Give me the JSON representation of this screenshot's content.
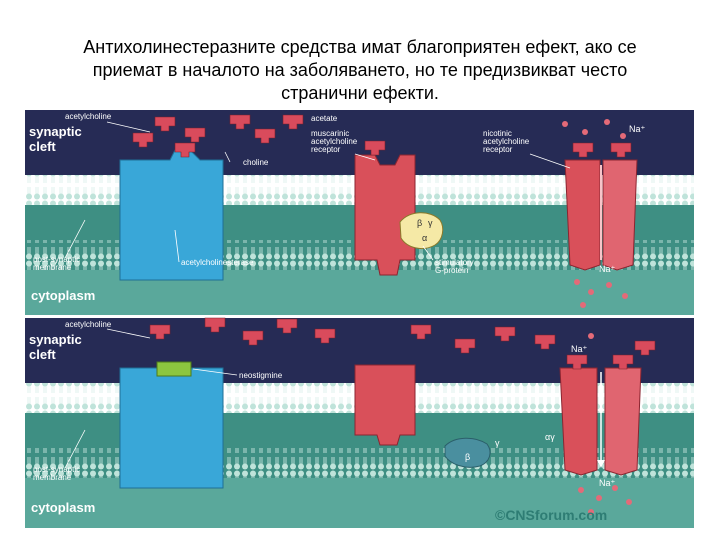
{
  "slide": {
    "title_line1": "Антихолинестеразните средства имат благоприятен ефект, ако се",
    "title_line2": "приемат в началото на заболяването, но те предизвикват често",
    "title_line3": "странични ефекти."
  },
  "top_panel": {
    "synaptic": "synaptic",
    "cleft": "cleft",
    "acetylcholine": "acetylcholine",
    "acetate": "acetate",
    "choline": "choline",
    "muscarinic_1": "muscarinic",
    "muscarinic_2": "acetylcholine",
    "muscarinic_3": "receptor",
    "nicotinic_1": "nicotinic",
    "nicotinic_2": "acetylcholine",
    "nicotinic_3": "receptor",
    "na_top": "Na⁺",
    "na_bottom": "Na⁺",
    "post_synaptic": "post-synaptic",
    "membrane": "membrane",
    "acetylcholinesterase": "acetylcholinesterase",
    "stimulatory": "stimulatory",
    "g_protein": "G-protein",
    "cytoplasm": "cytoplasm",
    "beta": "β",
    "gamma": "γ",
    "alpha": "α"
  },
  "bottom_panel": {
    "acetylcholine": "acetylcholine",
    "synaptic": "synaptic",
    "cleft": "cleft",
    "neostigmine": "neostigmine",
    "na_top": "Na⁺",
    "na_bottom": "Na⁺",
    "post_synaptic": "post-synaptic",
    "membrane": "membrane",
    "cytoplasm": "cytoplasm",
    "beta": "β",
    "gamma": "γ",
    "alpha_gamma": "αγ",
    "watermark": "©CNSforum.com"
  },
  "colors": {
    "cleft": "#262b55",
    "membrane": "#3e8f83",
    "cytoplasm": "#5aa89b",
    "lipid_heads": "#bfe3da",
    "enzyme": "#39a7d8",
    "receptor": "#d9505a",
    "acetylcholine": "#d94b5c",
    "g_protein": "#f5e9a6",
    "neostigmine": "#8cc63f"
  }
}
